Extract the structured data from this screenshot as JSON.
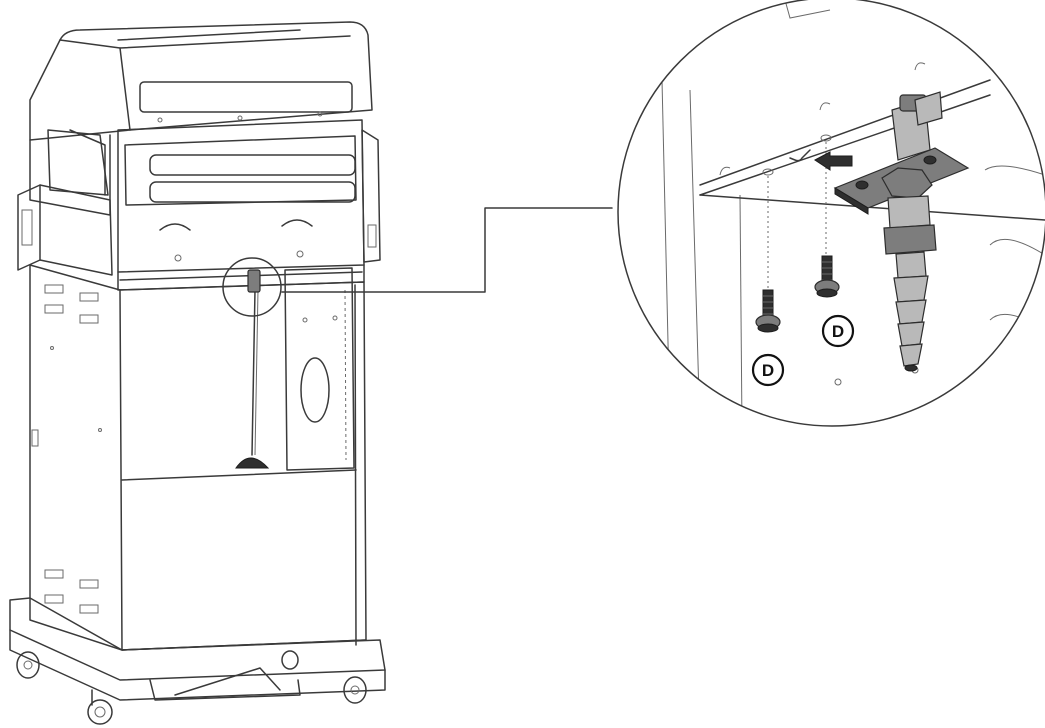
{
  "callouts": [
    {
      "id": "D",
      "label": "D"
    },
    {
      "id": "D",
      "label": "D"
    }
  ],
  "colors": {
    "line": "#3a3a3a",
    "metal_dark": "#2f2f2f",
    "metal_mid": "#7d7d7d",
    "metal_light": "#b9b9b9",
    "background": "#ffffff"
  }
}
